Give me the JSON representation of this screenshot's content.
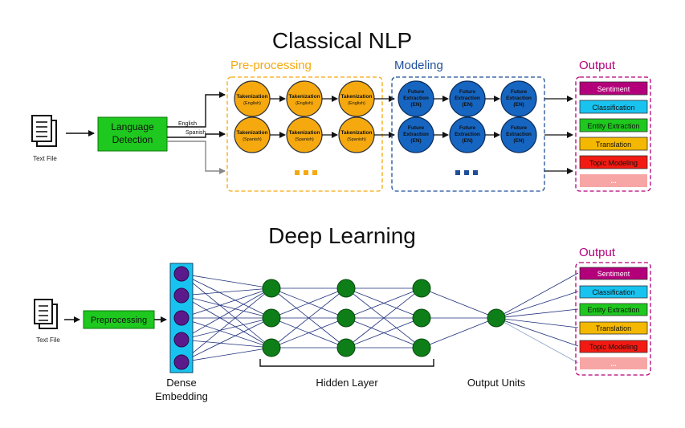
{
  "classical": {
    "title": "Classical NLP",
    "input_label": "Text File",
    "detector_label_1": "Language",
    "detector_label_2": "Detection",
    "branch_english": "English",
    "branch_spanish": "Spanish",
    "preprocessing": {
      "title": "Pre-processing",
      "node_title": "Takenization",
      "english_sub": "(English)",
      "spanish_sub": "(Spanish)",
      "ellipsis": "..."
    },
    "modeling": {
      "title": "Modeling",
      "node_line1": "Future",
      "node_line2": "Extraction",
      "node_line3": "(EN)",
      "ellipsis": "..."
    },
    "output": {
      "title": "Output",
      "items": [
        "Sentiment",
        "Classification",
        "Entity Extraction",
        "Translation",
        "Topic Modeling",
        "..."
      ]
    }
  },
  "deep": {
    "title": "Deep Learning",
    "input_label": "Text File",
    "preprocessing_label": "Preprocessing",
    "embedding_label_1": "Dense",
    "embedding_label_2": "Embedding",
    "hidden_label": "Hidden Layer",
    "output_units_label": "Output Units",
    "output": {
      "title": "Output",
      "items": [
        "Sentiment",
        "Classification",
        "Entity Extraction",
        "Translation",
        "Topic Modeling",
        "..."
      ]
    }
  },
  "colors": {
    "orange": "#f5a90f",
    "blue": "#1665c1",
    "magenta": "#b3007a",
    "green": "#1ec81e",
    "dark_green": "#0e7f18",
    "cyan": "#19c3f0",
    "purple": "#5b1a8c",
    "sentiment": "#b3007a",
    "classification": "#19c3f0",
    "entity": "#1ec81e",
    "translation": "#f5b800",
    "topic": "#f21a12",
    "more": "#f7a5a5"
  }
}
